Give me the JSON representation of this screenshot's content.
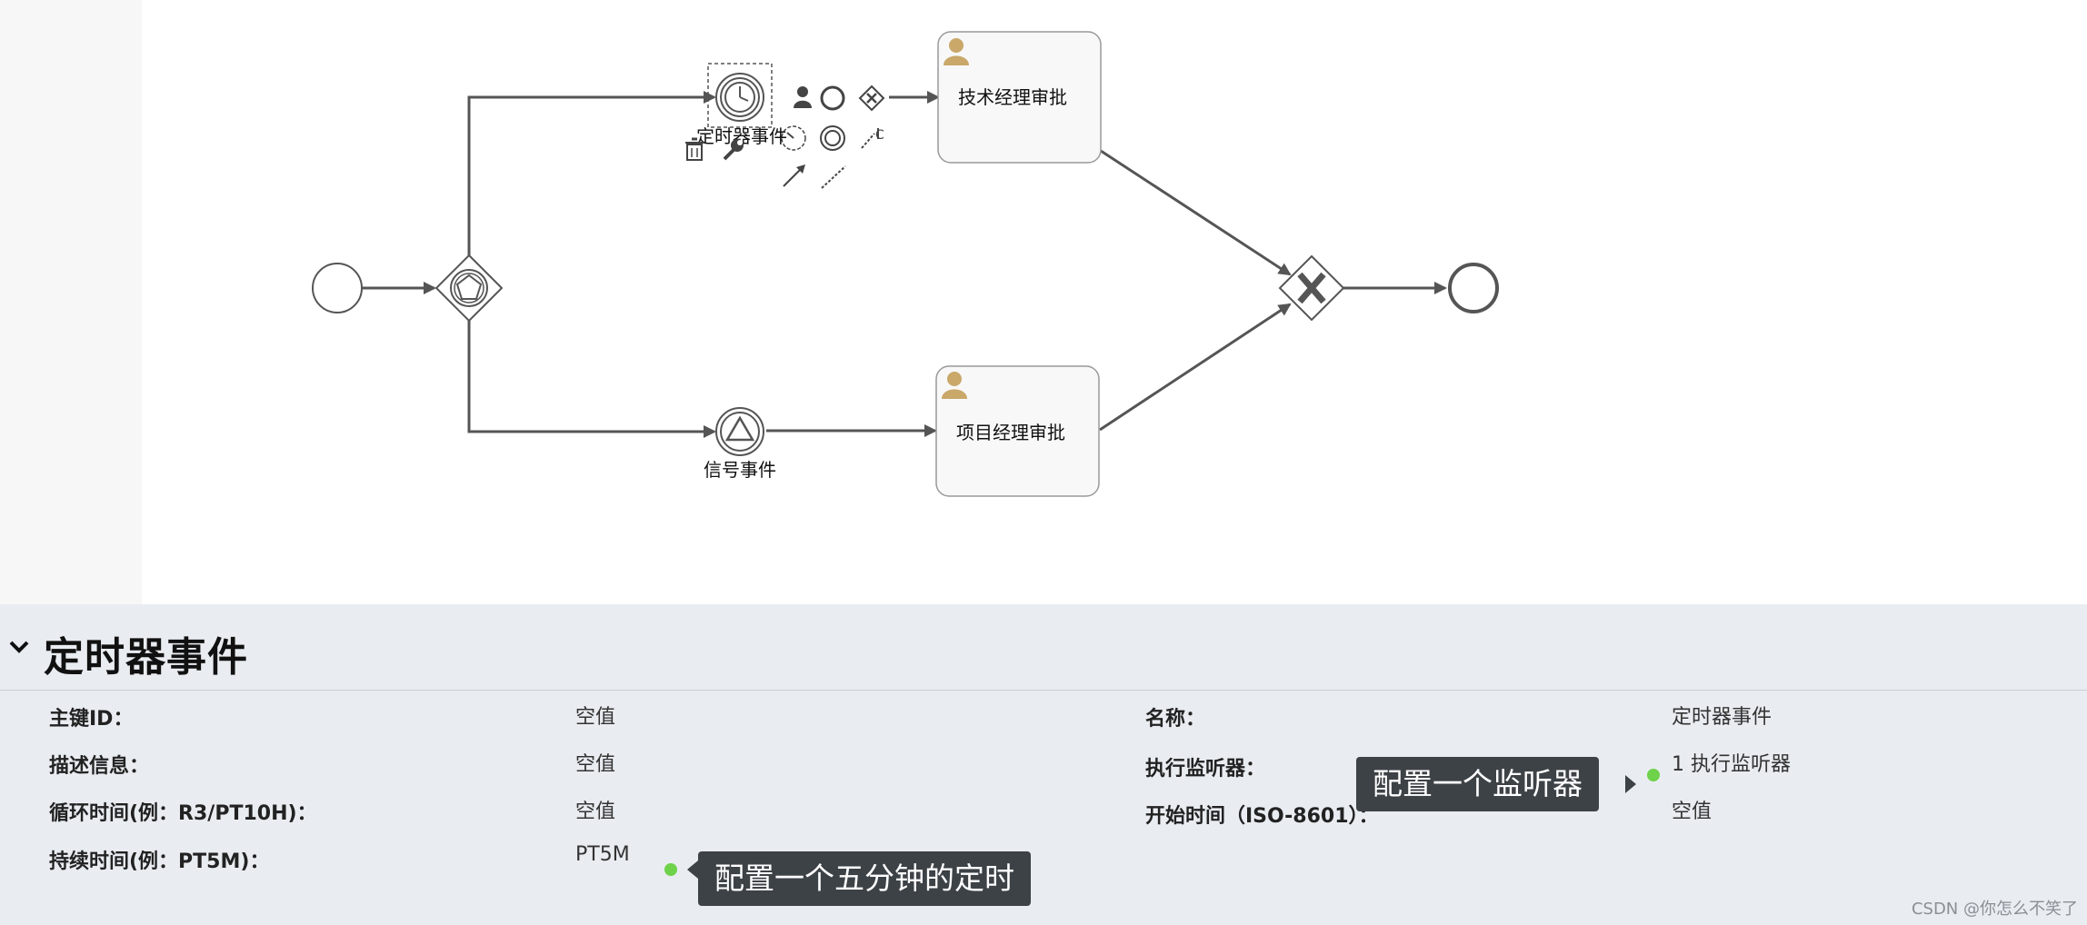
{
  "diagram": {
    "timer_event_label": "定时器事件",
    "signal_event_label": "信号事件",
    "task_tech": "技术经理审批",
    "task_project": "项目经理审批",
    "context_pad_partial_char": "C"
  },
  "panel": {
    "title": "定时器事件",
    "props_left": [
      {
        "label": "主键ID：",
        "value": "空值"
      },
      {
        "label": "描述信息：",
        "value": "空值"
      },
      {
        "label": "循环时间(例：R3/PT10H)：",
        "value": "空值"
      },
      {
        "label": "持续时间(例：PT5M)：",
        "value": "PT5M"
      }
    ],
    "props_right": [
      {
        "label": "名称：",
        "value": "定时器事件"
      },
      {
        "label": "执行监听器：",
        "value": "1 执行监听器"
      },
      {
        "label": "开始时间（ISO-8601）：",
        "value": "空值"
      }
    ]
  },
  "annotations": {
    "listener_callout": "配置一个监听器",
    "duration_callout": "配置一个五分钟的定时"
  },
  "watermark": "CSDN @你怎么不笑了",
  "colors": {
    "panel_bg": "#e9edf1",
    "callout_bg": "#3d4247",
    "dot_green": "#6ed24a",
    "task_fill": "#f8f8f8",
    "user_icon": "#c9a86a"
  }
}
